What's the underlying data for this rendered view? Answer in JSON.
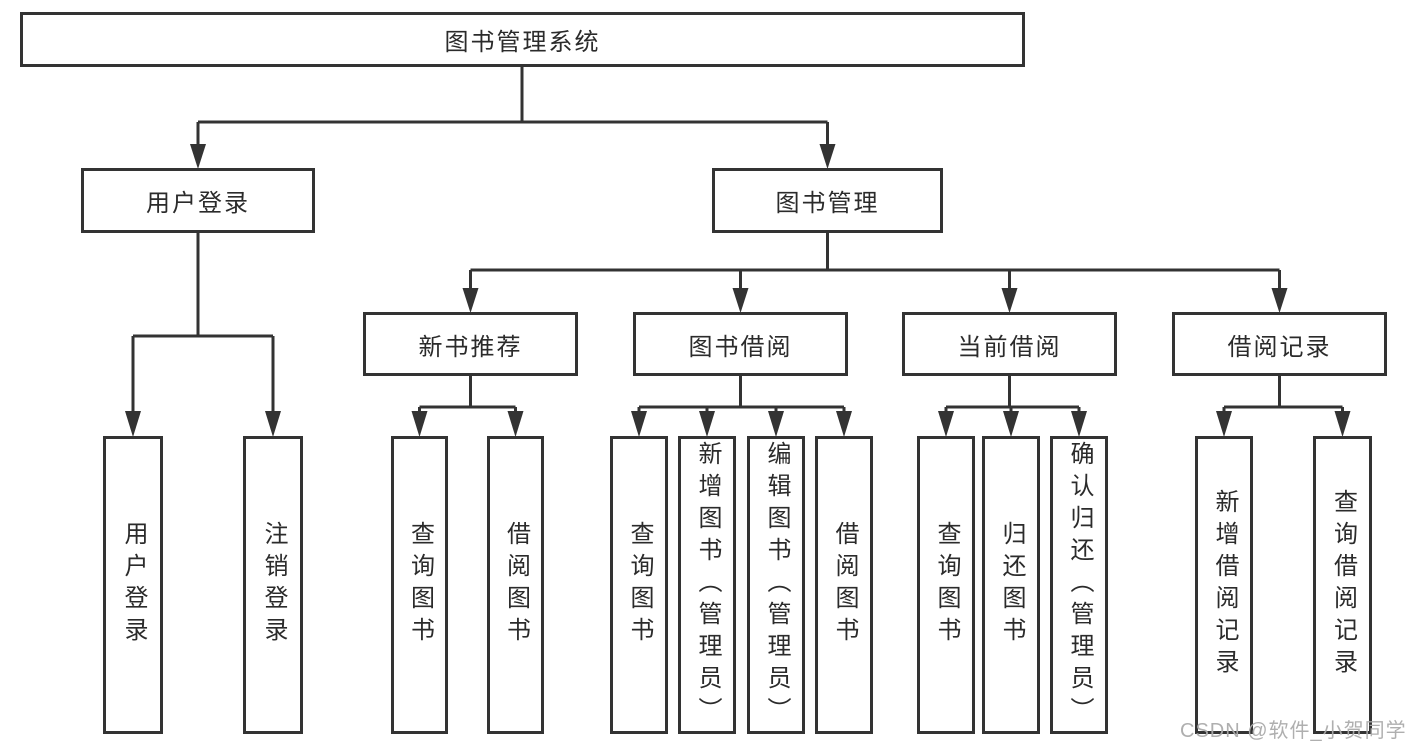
{
  "colors": {
    "line": "#333333",
    "box_border": "#333333",
    "text": "#2b2b2b",
    "background": "#ffffff",
    "watermark": "#ababab"
  },
  "watermark": {
    "text": "CSDN @软件_小贺同学"
  },
  "tree": {
    "root": {
      "label": "图书管理系统"
    },
    "branches": [
      {
        "label": "用户登录",
        "children": [
          {
            "label": "用户登录"
          },
          {
            "label": "注销登录"
          }
        ]
      },
      {
        "label": "图书管理",
        "groups": [
          {
            "label": "新书推荐",
            "children": [
              {
                "label": "查询图书"
              },
              {
                "label": "借阅图书"
              }
            ]
          },
          {
            "label": "图书借阅",
            "children": [
              {
                "label": "查询图书"
              },
              {
                "label": "新增图书（管理员）"
              },
              {
                "label": "编辑图书（管理员）"
              },
              {
                "label": "借阅图书"
              }
            ]
          },
          {
            "label": "当前借阅",
            "children": [
              {
                "label": "查询图书"
              },
              {
                "label": "归还图书"
              },
              {
                "label": "确认归还（管理员）"
              }
            ]
          },
          {
            "label": "借阅记录",
            "children": [
              {
                "label": "新增借阅记录"
              },
              {
                "label": "查询借阅记录"
              }
            ]
          }
        ]
      }
    ]
  }
}
